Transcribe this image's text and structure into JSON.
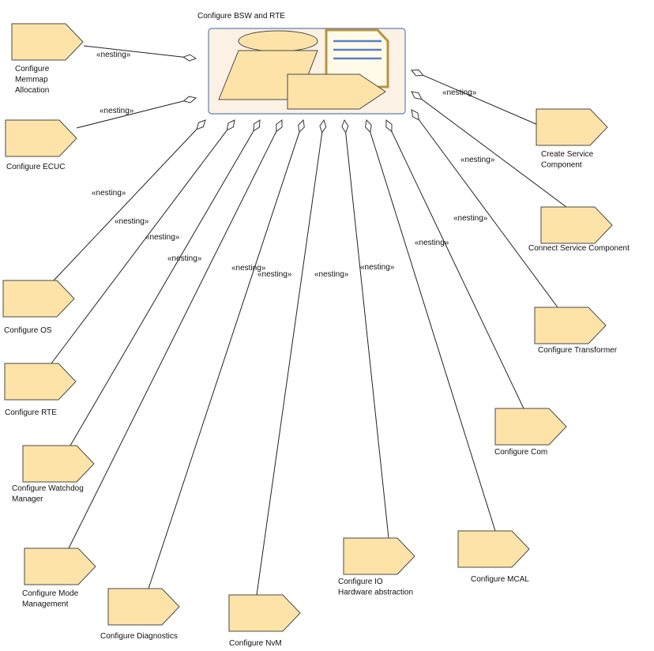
{
  "diagram": {
    "title": "Configure BSW and RTE",
    "stereotype": "«nesting»",
    "tasks": [
      {
        "id": "memmap",
        "lines": [
          "Configure",
          "Memmap",
          "Allocation"
        ]
      },
      {
        "id": "ecuc",
        "lines": [
          "Configure ECUC"
        ]
      },
      {
        "id": "os",
        "lines": [
          "Configure OS"
        ]
      },
      {
        "id": "rte",
        "lines": [
          "Configure RTE"
        ]
      },
      {
        "id": "watchdog",
        "lines": [
          "Configure Watchdog",
          "Manager"
        ]
      },
      {
        "id": "mode",
        "lines": [
          "Configure Mode",
          "Management"
        ]
      },
      {
        "id": "diag",
        "lines": [
          "Configure Diagnostics"
        ]
      },
      {
        "id": "nvm",
        "lines": [
          "Configure NvM"
        ]
      },
      {
        "id": "io",
        "lines": [
          "Configure IO",
          "Hardware abstraction"
        ]
      },
      {
        "id": "mcal",
        "lines": [
          "Configure MCAL"
        ]
      },
      {
        "id": "com",
        "lines": [
          "Configure Com"
        ]
      },
      {
        "id": "transformer",
        "lines": [
          "Configure Transformer"
        ]
      },
      {
        "id": "connect",
        "lines": [
          "Connect Service Component"
        ]
      },
      {
        "id": "create",
        "lines": [
          "Create Service",
          "Component"
        ]
      }
    ]
  }
}
